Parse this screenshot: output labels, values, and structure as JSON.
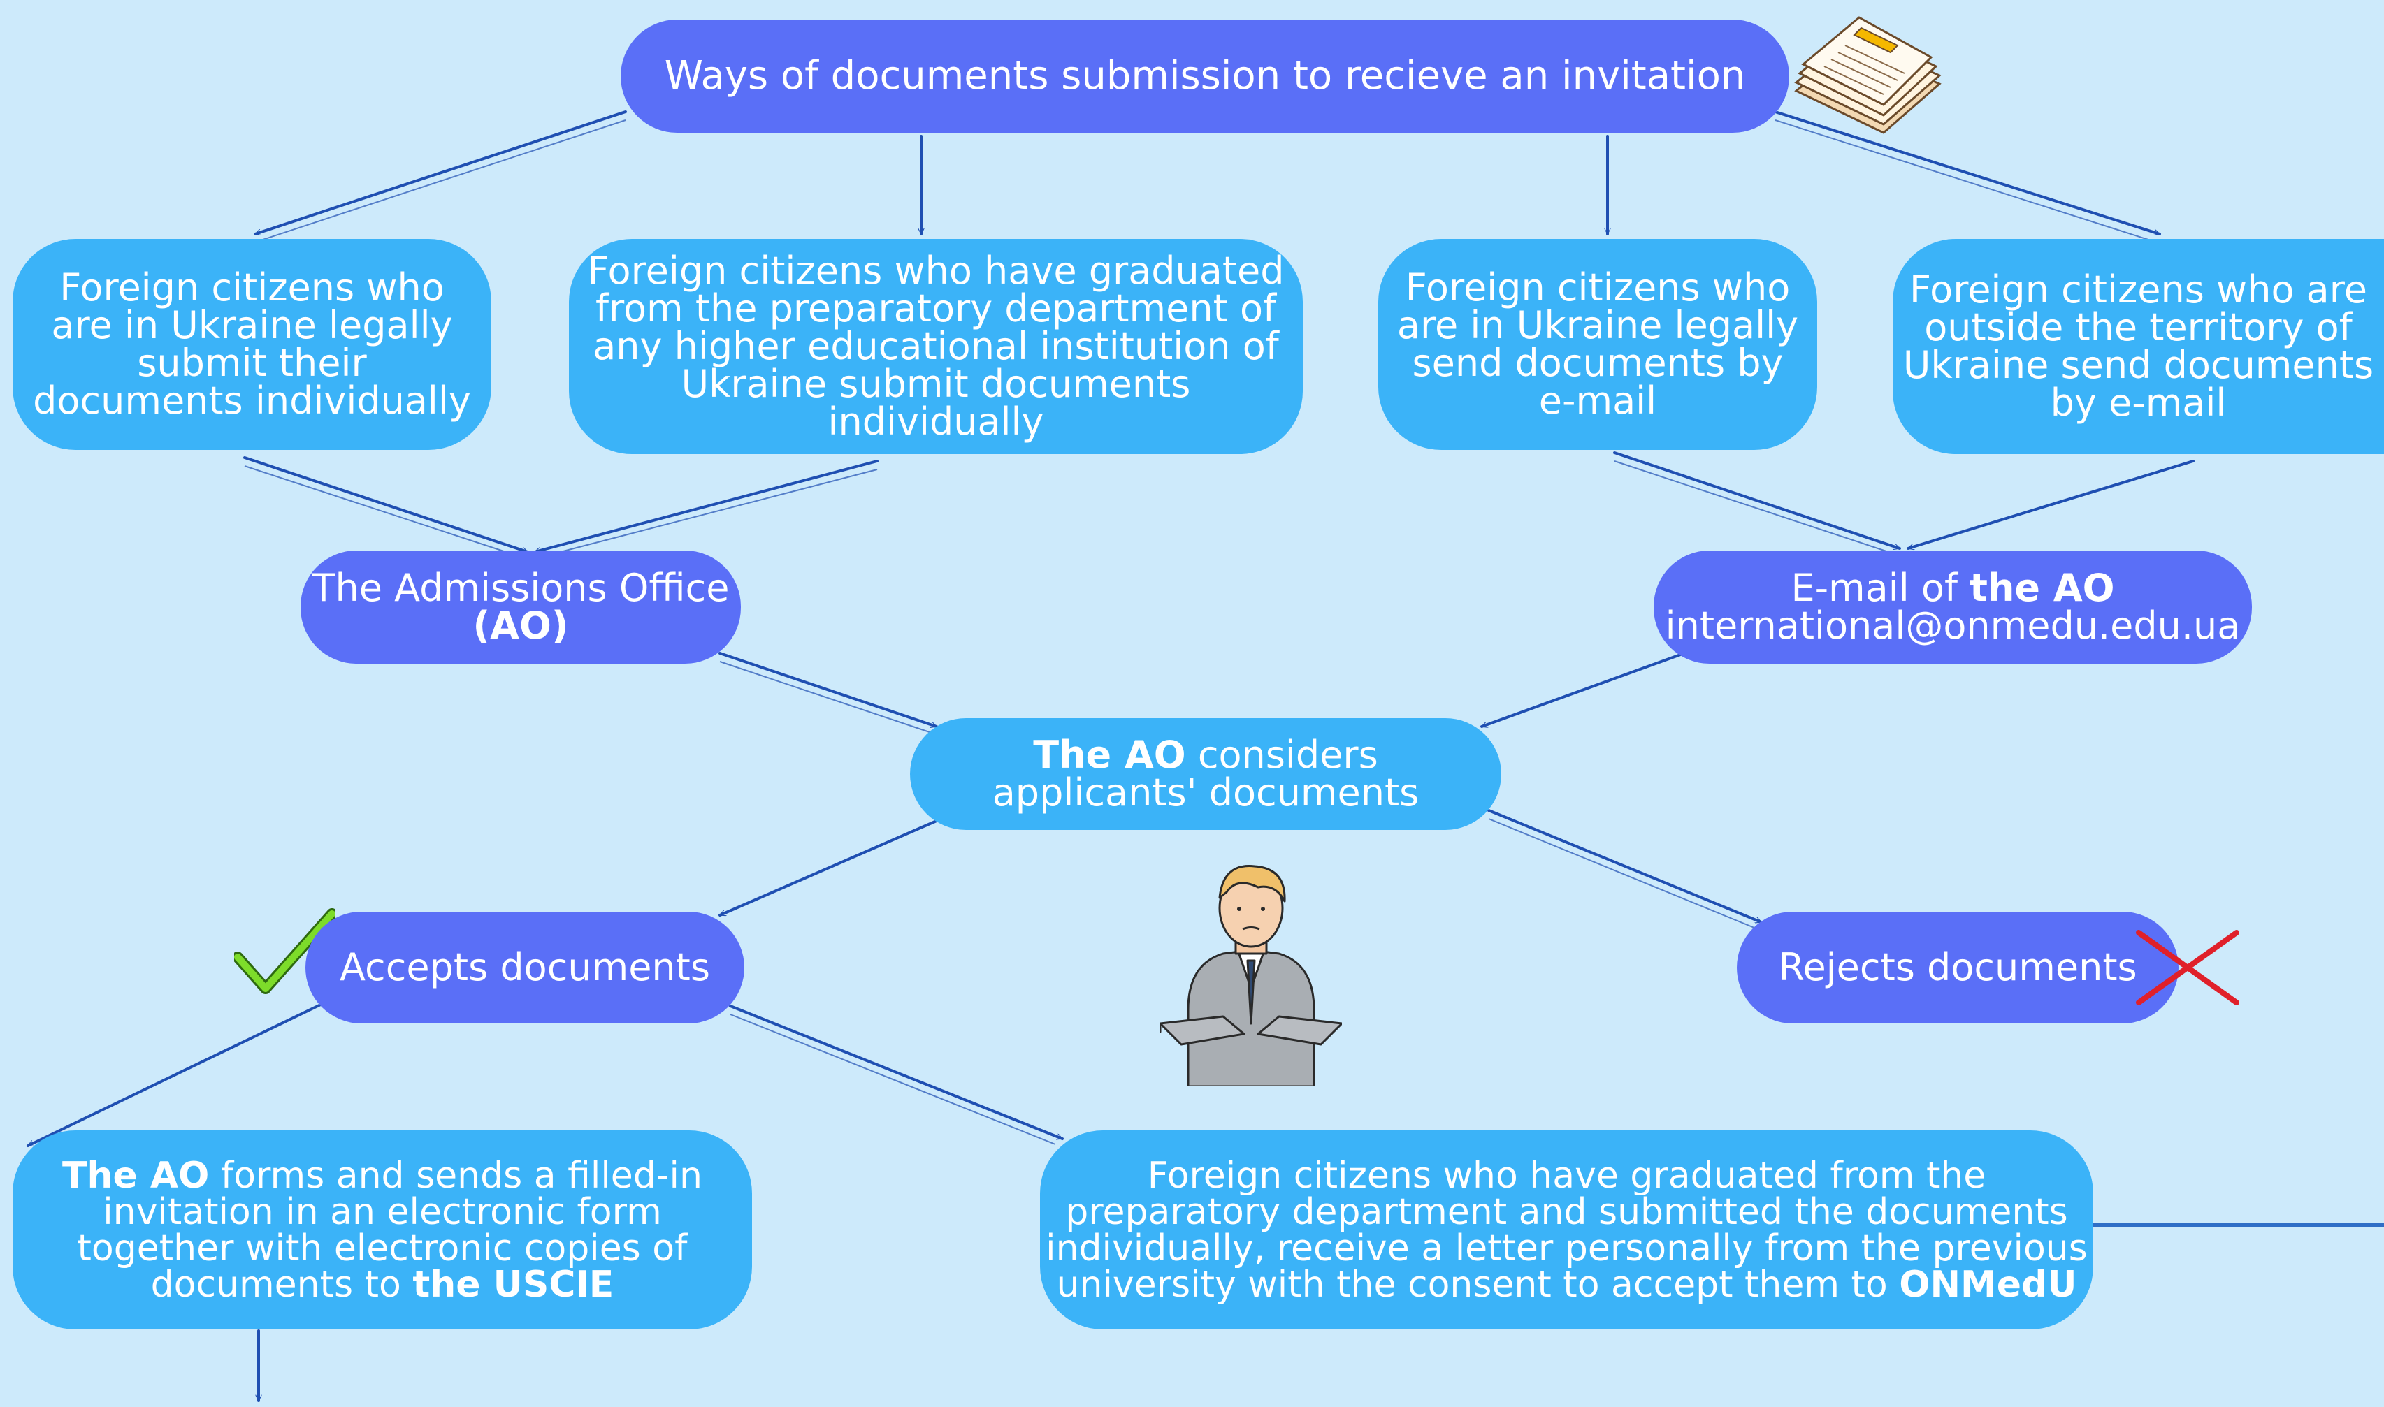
{
  "colors": {
    "background": "#cdeafb",
    "light_node": "#3bb3f8",
    "dark_node": "#5a6ff7",
    "arrow": "#1f4fb2",
    "check": "#7ddc2a",
    "cross": "#e0202a"
  },
  "title": "Ways of documents submission to recieve an invitation",
  "nodes": {
    "individual_in_ukraine": [
      "Foreign citizens who",
      "are in Ukraine legally",
      "submit their",
      "documents individually"
    ],
    "graduated_preparatory": [
      "Foreign citizens who have graduated",
      "from the preparatory department of",
      "any higher educational institution of",
      "Ukraine submit documents individually"
    ],
    "email_in_ukraine": [
      "Foreign citizens who",
      "are in Ukraine legally",
      "send documents by",
      "e-mail"
    ],
    "outside_ukraine": [
      "Foreign citizens who are",
      "outside the territory of",
      "Ukraine send documents",
      "by e-mail"
    ],
    "admissions_office": {
      "line1": "The Admissions Office",
      "line2": "(AO)"
    },
    "ao_email": {
      "line1_prefix": "E-mail of ",
      "line1_bold": "the AO",
      "line2": "international@onmedu.edu.ua"
    },
    "considers": {
      "line1_bold": "The AO",
      "line1_rest": " considers",
      "line2": "applicants' documents"
    },
    "accepts": "Accepts documents",
    "rejects": "Rejects documents",
    "invitation": {
      "line1_bold": "The AO",
      "line1_rest": " forms and sends a filled-in",
      "line2": "invitation in an electronic form",
      "line3": "together with electronic copies of",
      "line4_prefix": "documents to ",
      "line4_bold": "the USCIE"
    },
    "letter": {
      "line1": "Foreign citizens who have graduated from the",
      "line2": "preparatory department and submitted the documents",
      "line3": "individually, receive a letter personally from the previous",
      "line4_prefix": "university with the consent to accept them to ",
      "line4_bold": "ONMedU"
    }
  },
  "icons": [
    "documents-stack-icon",
    "check-mark-icon",
    "cross-mark-icon",
    "businessman-icon"
  ]
}
